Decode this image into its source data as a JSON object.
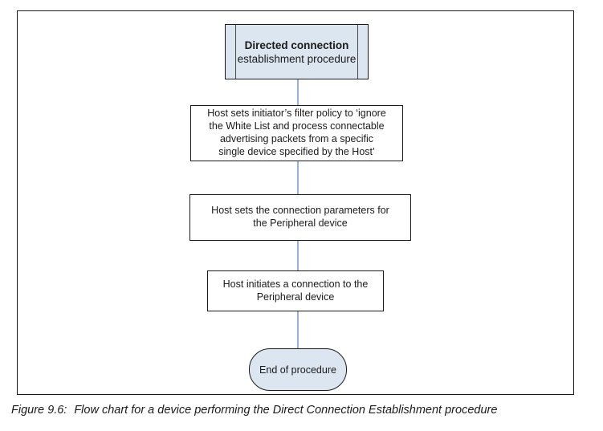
{
  "flowchart": {
    "start": {
      "title": "Directed connection",
      "subtitle": "establishment procedure"
    },
    "steps": [
      {
        "lines": [
          "Host sets initiator’s filter policy to ‘ignore",
          "the White List and process connectable",
          "advertising packets from a specific",
          "single device specified by the Host’"
        ]
      },
      {
        "lines": [
          "Host sets the connection parameters for",
          "the Peripheral device"
        ]
      },
      {
        "lines": [
          "Host initiates a connection to the",
          "Peripheral device"
        ]
      }
    ],
    "end": {
      "text": "End of procedure"
    }
  },
  "caption": {
    "label": "Figure 9.6:",
    "text": "Flow chart for a device performing the Direct Connection Establishment procedure"
  },
  "colors": {
    "shape_fill_blue": "#dce6f1",
    "connector_blue": "#95b3d7",
    "border_black": "#1a1a1a"
  }
}
